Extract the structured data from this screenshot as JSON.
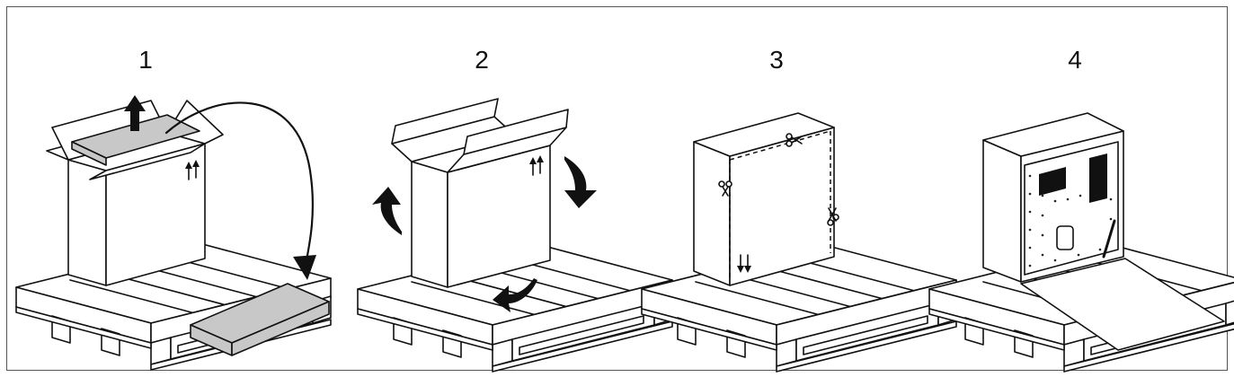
{
  "steps": [
    {
      "number": "1",
      "illustration": "remove-lid-icon"
    },
    {
      "number": "2",
      "illustration": "open-flaps-icon"
    },
    {
      "number": "3",
      "illustration": "cut-wrap-icon"
    },
    {
      "number": "4",
      "illustration": "ramp-unload-icon"
    }
  ],
  "colors": {
    "line": "#111111",
    "fill": "#ffffff",
    "accent": "#c8c8c8"
  }
}
